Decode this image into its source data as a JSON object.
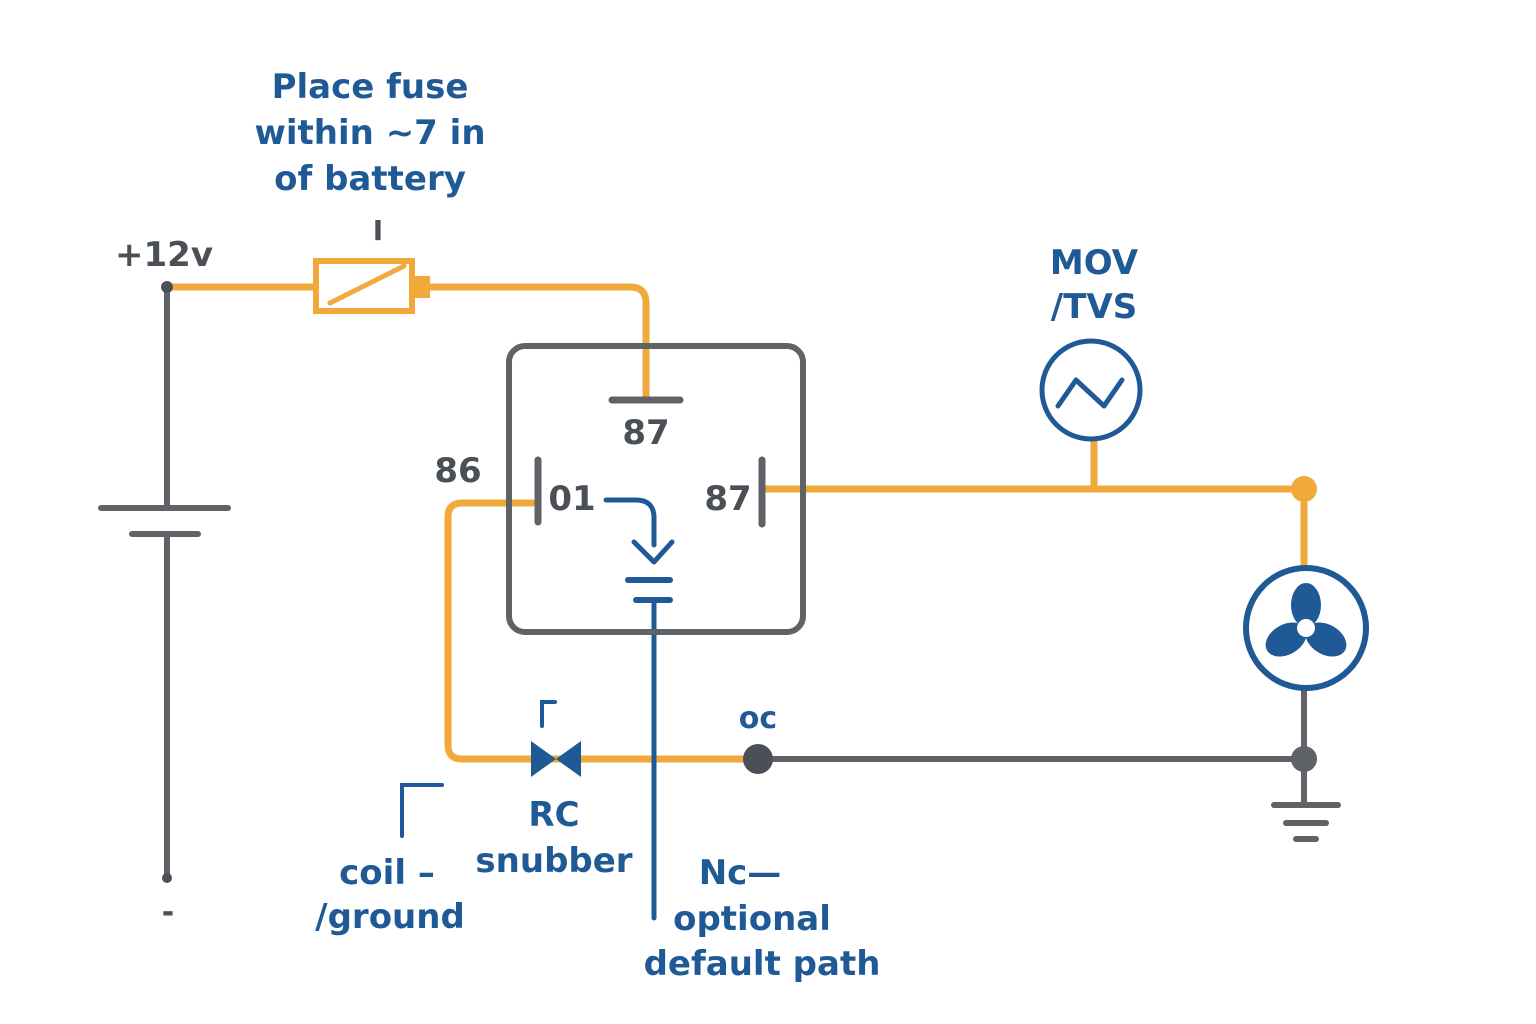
{
  "colors": {
    "wire_power": "#f2a93b",
    "wire_ground": "#5f6368",
    "accent_blue": "#1f5a96",
    "background": "#ffffff"
  },
  "labels": {
    "fuse_note": [
      "Place fuse",
      "within ~7 in",
      "of battery"
    ],
    "fuse_marker": "I",
    "battery_positive": "+12v",
    "battery_negative": "-",
    "pin_87_top": "87",
    "pin_86": "86",
    "pin_01": "01",
    "pin_87_right": "87",
    "mov_tvs": [
      "MOV",
      "/TVS"
    ],
    "oc": "oc",
    "rc_snubber": [
      "RC",
      "snubber"
    ],
    "coil_ground": [
      "coil –",
      "/ground"
    ],
    "nc_path": [
      "Nc—",
      "optional",
      "default path"
    ]
  },
  "icons": {
    "fuse": "fuse-icon",
    "battery": "battery-icon",
    "relay": "relay-icon",
    "mov": "mov-tvs-icon",
    "fan": "fan-motor-icon",
    "ground": "ground-icon",
    "snubber": "rc-snubber-icon"
  }
}
